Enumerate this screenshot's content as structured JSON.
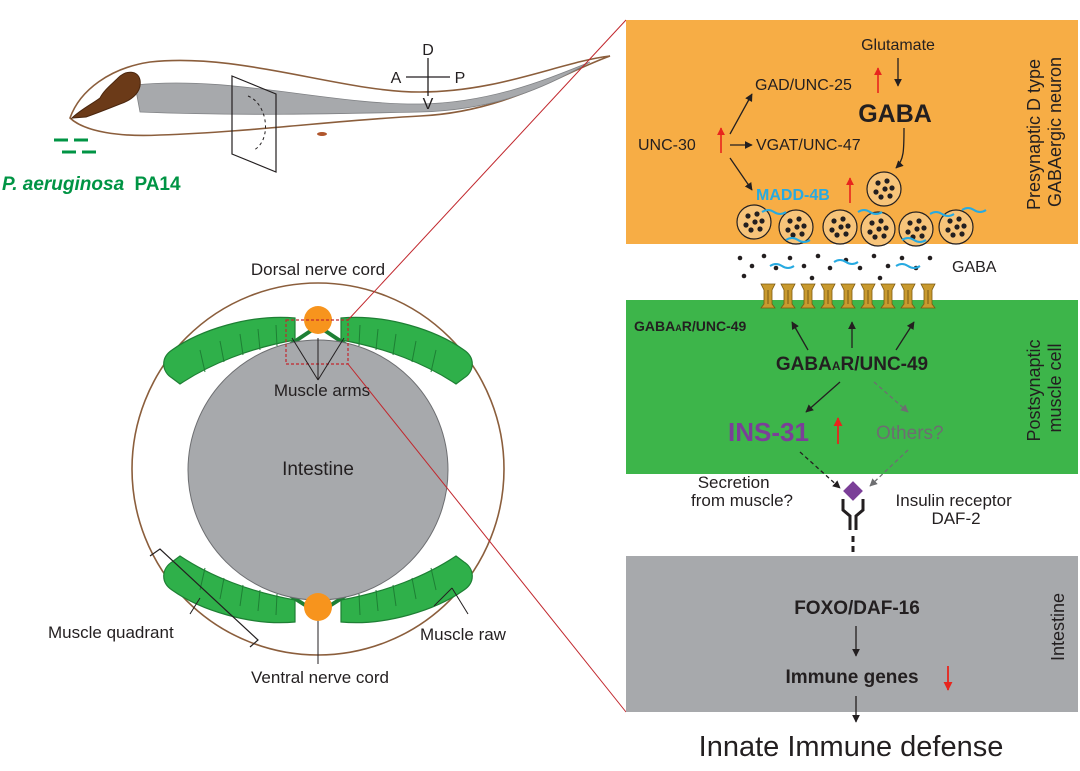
{
  "worm": {
    "bacteria_label_italic": "P. aeruginosa",
    "bacteria_label_strain": "PA14",
    "axis": {
      "dorsal": "D",
      "ventral": "V",
      "anterior": "A",
      "posterior": "P"
    }
  },
  "cross_section": {
    "dorsal_nerve_cord": "Dorsal nerve cord",
    "muscle_arms": "Muscle arms",
    "intestine": "Intestine",
    "muscle_quadrant": "Muscle quadrant",
    "muscle_raw": "Muscle raw",
    "ventral_nerve_cord": "Ventral nerve cord"
  },
  "neuron_panel": {
    "side_label_line1": "Presynaptic D type",
    "side_label_line2": "GABAergic neuron",
    "glutamate": "Glutamate",
    "gad": "GAD/UNC-25",
    "gaba": "GABA",
    "unc30": "UNC-30",
    "vgat": "VGAT/UNC-47",
    "madd": "MADD-4B"
  },
  "cleft": {
    "gaba_label": "GABA"
  },
  "muscle_panel": {
    "side_label_line1": "Postsynaptic",
    "side_label_line2": "muscle cell",
    "receptor_small_prefix": "GABA",
    "receptor_small_sub": "A",
    "receptor_small_suffix": "R/UNC-49",
    "receptor_main_prefix": "GABA",
    "receptor_main_sub": "A",
    "receptor_main_suffix": "R/UNC-49",
    "ins31": "INS-31",
    "others": "Others?"
  },
  "secretion": {
    "line1": "Secretion",
    "line2": "from muscle?"
  },
  "insulin_receptor": {
    "line1": "Insulin receptor",
    "line2": "DAF-2"
  },
  "intestine_panel": {
    "side_label": "Intestine",
    "foxo": "FOXO/DAF-16",
    "immune_genes": "Immune genes"
  },
  "outcome": "Innate Immune defense",
  "colors": {
    "neuron_bg": "#f7ad45",
    "muscle_bg": "#3db54a",
    "intestine_bg": "#a7a9ac",
    "muscle_green": "#2fb04a",
    "muscle_green_dark": "#1e7f34",
    "nerve_orange": "#f7941d",
    "intestine_gray": "#a7a9ac",
    "up_arrow_red": "#e8251d",
    "madd_blue": "#27aae1",
    "ins31_purple": "#7b3f98",
    "bacteria_green": "#009444",
    "receptor_gold": "#c99a2e"
  }
}
